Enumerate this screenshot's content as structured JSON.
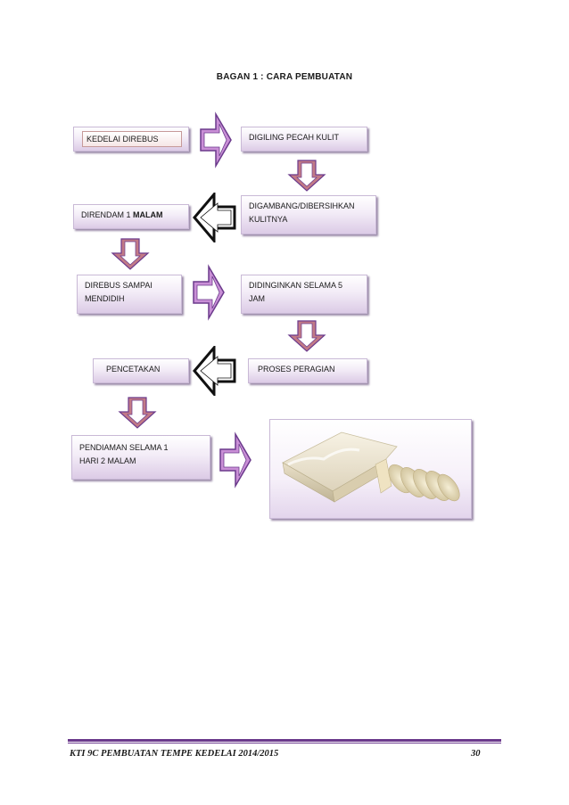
{
  "title": "BAGAN 1 : CARA PEMBUATAN",
  "steps": {
    "s1": "KEDELAI DIREBUS",
    "s2": "DIGILING PECAH KULIT",
    "s3a": "DIGAMBANG/DIBERSIHKAN",
    "s3b": "KULITNYA",
    "s4a": "DIRENDAM 1 ",
    "s4b": "MALAM",
    "s5a": "DIREBUS SAMPAI",
    "s5b": "MENDIDIH",
    "s6a": "DIDINGINKAN SELAMA 5",
    "s6b": "JAM",
    "s7": "PROSES PERAGIAN",
    "s8": "PENCETAKAN",
    "s9a": "PENDIAMAN SELAMA 1",
    "s9b": "HARI 2 MALAM"
  },
  "footer": {
    "left": "KTI 9C PEMBUATAN TEMPE KEDELAI 2014/2015",
    "page": "30"
  },
  "colors": {
    "arrow_purple": "#c98fd6",
    "arrow_red": "#c27a86",
    "arrow_outline": "#6b3a8c",
    "footer_rule": "#6b3a8c"
  }
}
